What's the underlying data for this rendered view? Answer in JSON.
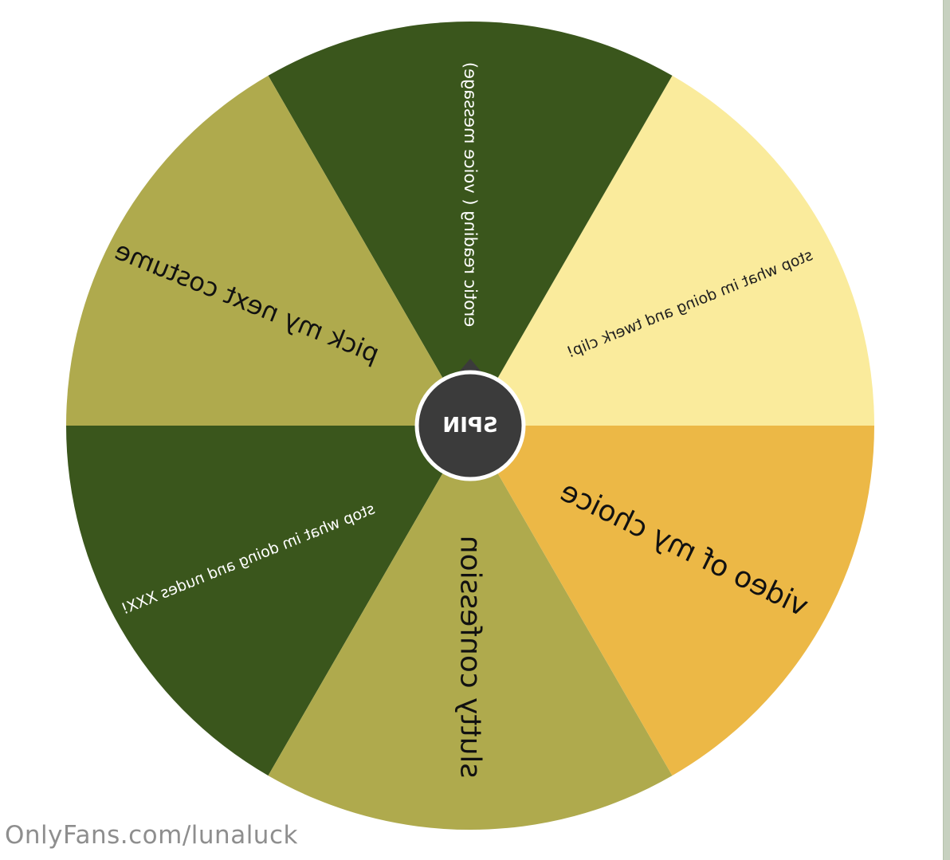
{
  "wheel": {
    "spin_label": "SPIN",
    "segments": [
      {
        "label": "stop what im doing and twerk clip!",
        "color": "#faeb9c",
        "text_color": "#1f1f1f",
        "font_px": 19
      },
      {
        "label": "erotic reading ( voice message)",
        "color": "#3a561c",
        "text_color": "#ffffff",
        "font_px": 21
      },
      {
        "label": "pick my next costume",
        "color": "#afaa4d",
        "text_color": "#111111",
        "font_px": 32
      },
      {
        "label": "stop what im doing and nudes XXX!",
        "color": "#3a561c",
        "text_color": "#ffffff",
        "font_px": 19
      },
      {
        "label": "slutty confession",
        "color": "#afaa4d",
        "text_color": "#111111",
        "font_px": 36
      },
      {
        "label": "video of my choice",
        "color": "#ecb846",
        "text_color": "#111111",
        "font_px": 36
      }
    ],
    "hub_color": "#3b3b3b",
    "hub_text_color": "#ffffff"
  },
  "watermark": "OnlyFans.com/lunaluck"
}
